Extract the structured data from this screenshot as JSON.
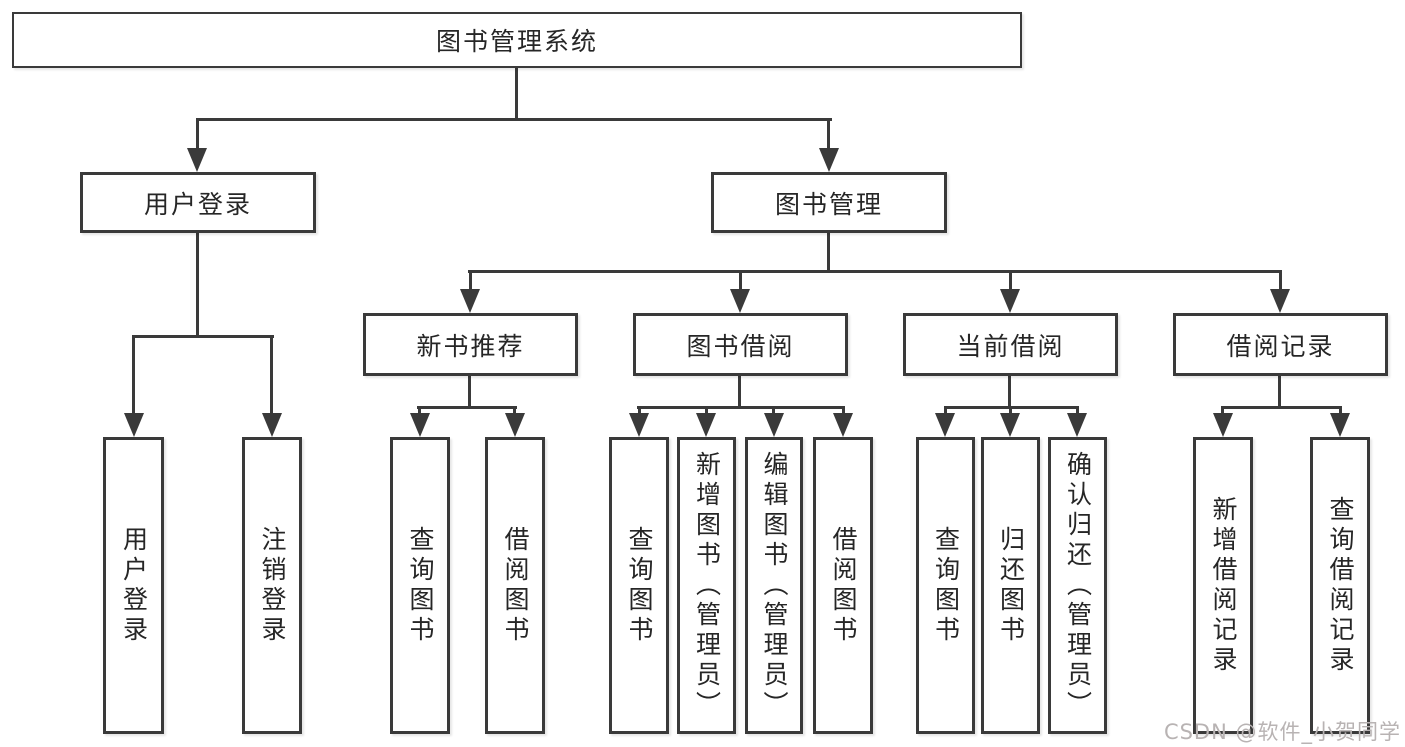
{
  "tree": {
    "root": {
      "label": "图书管理系统"
    },
    "children": [
      {
        "label": "用户登录",
        "children": [
          {
            "label": "用户登录"
          },
          {
            "label": "注销登录"
          }
        ]
      },
      {
        "label": "图书管理",
        "children": [
          {
            "label": "新书推荐",
            "children": [
              {
                "label": "查询图书"
              },
              {
                "label": "借阅图书"
              }
            ]
          },
          {
            "label": "图书借阅",
            "children": [
              {
                "label": "查询图书"
              },
              {
                "label": "新增图书（管理员）"
              },
              {
                "label": "编辑图书（管理员）"
              },
              {
                "label": "借阅图书"
              }
            ]
          },
          {
            "label": "当前借阅",
            "children": [
              {
                "label": "查询图书"
              },
              {
                "label": "归还图书"
              },
              {
                "label": "确认归还（管理员）"
              }
            ]
          },
          {
            "label": "借阅记录",
            "children": [
              {
                "label": "新增借阅记录"
              },
              {
                "label": "查询借阅记录"
              }
            ]
          }
        ]
      }
    ]
  },
  "watermark": {
    "text": "CSDN @软件_小贺同学"
  },
  "colors": {
    "background": "#ffffff",
    "line": "#3a3a3a",
    "node_border": "#3a3a3a",
    "node_text": "#262626",
    "watermark_text": "#b8b3b3"
  }
}
